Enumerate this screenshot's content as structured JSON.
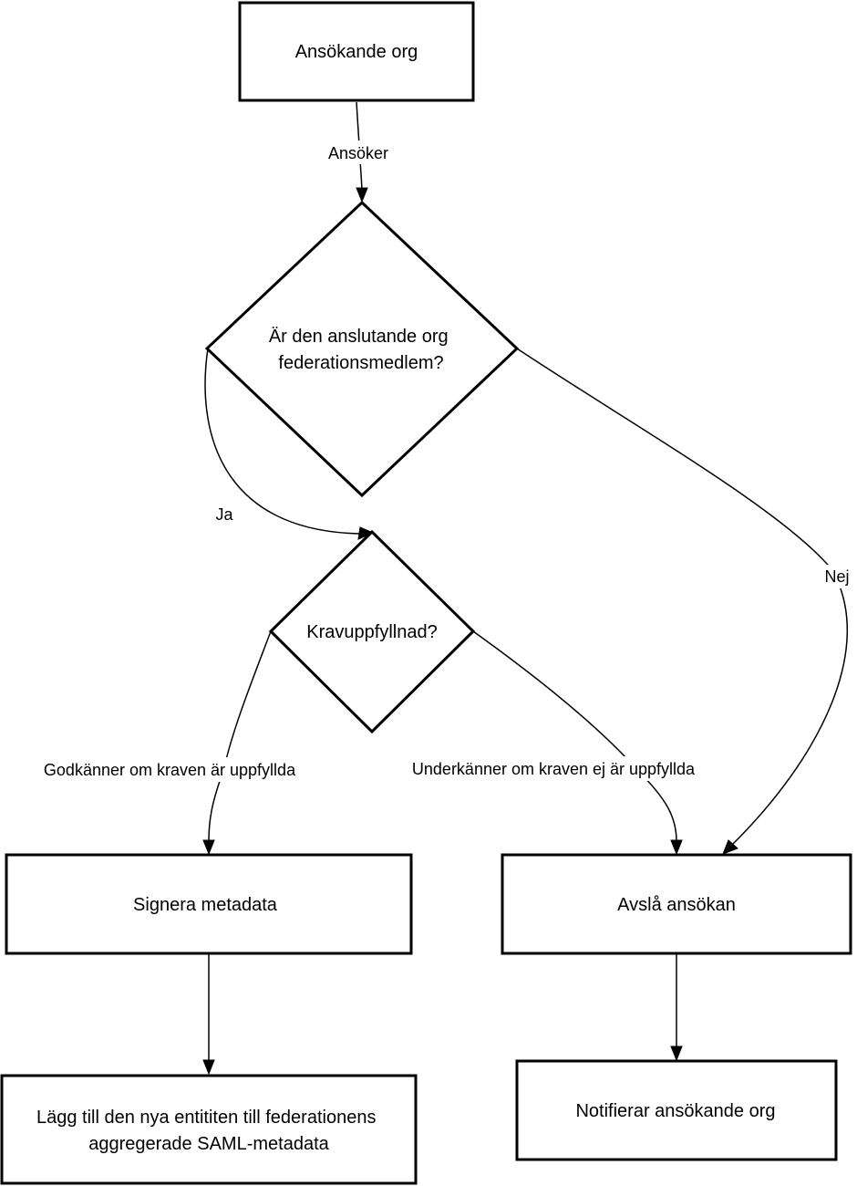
{
  "nodes": {
    "applicant": "Ansökande org",
    "member_decision": [
      "Är den anslutande org",
      "federationsmedlem?"
    ],
    "requirements_decision": "Kravuppfyllnad?",
    "sign_metadata": "Signera metadata",
    "reject_application": "Avslå ansökan",
    "add_entity": [
      "Lägg till den nya entititen till federationens",
      "aggregerade SAML-metadata"
    ],
    "notify_applicant": "Notifierar ansökande org"
  },
  "edges": {
    "applies": "Ansöker",
    "yes": "Ja",
    "no": "Nej",
    "approve": "Godkänner om kraven är uppfyllda",
    "disapprove": "Underkänner om kraven ej är uppfyllda"
  }
}
